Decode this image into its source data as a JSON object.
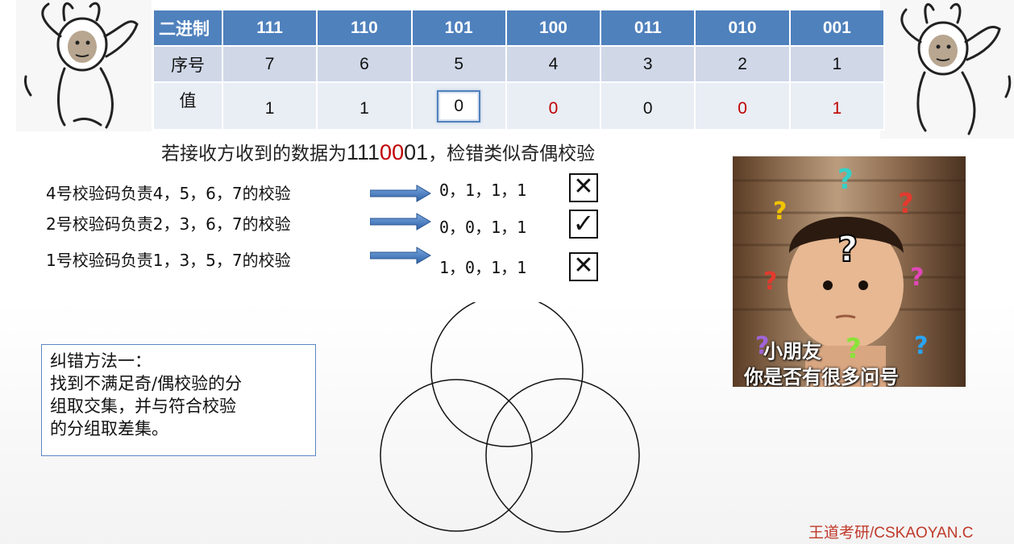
{
  "table": {
    "header": {
      "label": "二进制",
      "cells": [
        "111",
        "110",
        "101",
        "100",
        "011",
        "010",
        "001"
      ]
    },
    "row_index": {
      "label": "序号",
      "cells": [
        "7",
        "6",
        "5",
        "4",
        "3",
        "2",
        "1"
      ]
    },
    "row_value": {
      "label": "值",
      "cells": [
        "1",
        "1",
        "0",
        "0",
        "0",
        "0",
        "1"
      ]
    }
  },
  "sentence": {
    "prefix": "若接收方收到的数据为",
    "code_part1": "111",
    "code_part2": "00",
    "code_part3": "01",
    "suffix": "，检错类似奇偶校验"
  },
  "checks": [
    {
      "rule": "4号校验码负责4，5，6，7的校验",
      "values": "0，1，1，1",
      "mark": "✕",
      "result": "fail"
    },
    {
      "rule": "2号校验码负责2，3，6，7的校验",
      "values": "0，0，1，1",
      "mark": "✓",
      "result": "pass"
    },
    {
      "rule": "1号校验码负责1，3，5，7的校验",
      "values": "1，0，1，1",
      "mark": "✕",
      "result": "fail"
    }
  ],
  "note": {
    "line1": "纠错方法一：",
    "line2": "找到不满足奇/偶校验的分",
    "line3": "组取交集，并与符合校验",
    "line4": "的分组取差集。"
  },
  "photo": {
    "caption_line1": "小朋友",
    "caption_line2": "你是否有很多问号"
  },
  "brand": "王道考研/CSKAOYAN.C",
  "colors": {
    "header_blue": "#4f81bd",
    "row1": "#d0d8e8",
    "row2": "#e9edf4",
    "red": "#c00000",
    "brand_red": "#c0392b"
  }
}
